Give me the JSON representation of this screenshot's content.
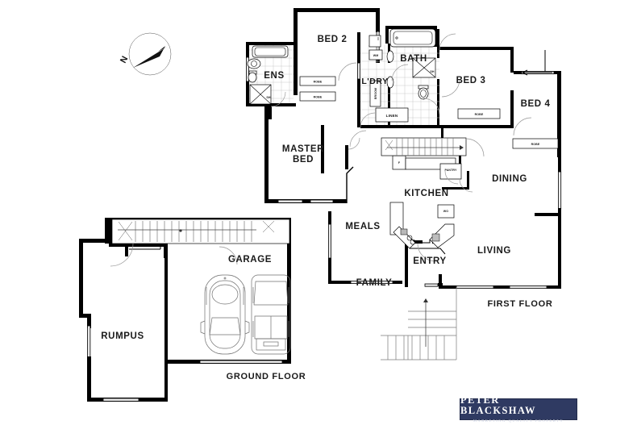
{
  "document": {
    "type": "real-estate-floor-plan",
    "background_color": "#ffffff",
    "line_color": "#000000"
  },
  "compass": {
    "label": "N",
    "direction": "north-east",
    "name": "north-arrow"
  },
  "floors": [
    {
      "id": "first",
      "label": "FIRST FLOOR"
    },
    {
      "id": "ground",
      "label": "GROUND FLOOR"
    }
  ],
  "rooms": {
    "bed2": {
      "label": "BED 2",
      "floor": "first"
    },
    "ens": {
      "label": "ENS",
      "floor": "first"
    },
    "bath": {
      "label": "BATH",
      "floor": "first"
    },
    "ldry": {
      "label": "L'DRY",
      "floor": "first"
    },
    "bed3": {
      "label": "BED 3",
      "floor": "first"
    },
    "bed4": {
      "label": "BED 4",
      "floor": "first"
    },
    "master_l1": {
      "label": "MASTER",
      "floor": "first"
    },
    "master_l2": {
      "label": "BED",
      "floor": "first"
    },
    "dining": {
      "label": "DINING",
      "floor": "first"
    },
    "kitchen": {
      "label": "KITCHEN",
      "floor": "first"
    },
    "meals": {
      "label": "MEALS",
      "floor": "first"
    },
    "living": {
      "label": "LIVING",
      "floor": "first"
    },
    "entry": {
      "label": "ENTRY",
      "floor": "first"
    },
    "family": {
      "label": "FAMILY",
      "floor": "first"
    },
    "garage": {
      "label": "GARAGE",
      "floor": "ground"
    },
    "rumpus": {
      "label": "RUMPUS",
      "floor": "ground"
    }
  },
  "fixtures": {
    "robe_ens_upper": "ROBE",
    "robe_ens_lower": "ROBE",
    "robe_bed3": "ROBE",
    "robe_bed4": "ROBE",
    "linen": "LINEN",
    "broom": "BROOM",
    "wm": "WM",
    "pantry": "PANTRY",
    "fridge": "F",
    "wall_oven": "WO",
    "shower_ens": "SH",
    "shower_bath": "SH"
  },
  "logo": {
    "name": "PETER BLACKSHAW",
    "tagline": "MARKETING QUALITY PROPERTY",
    "background_color": "#2f3a62",
    "text_color": "#ffffff"
  }
}
